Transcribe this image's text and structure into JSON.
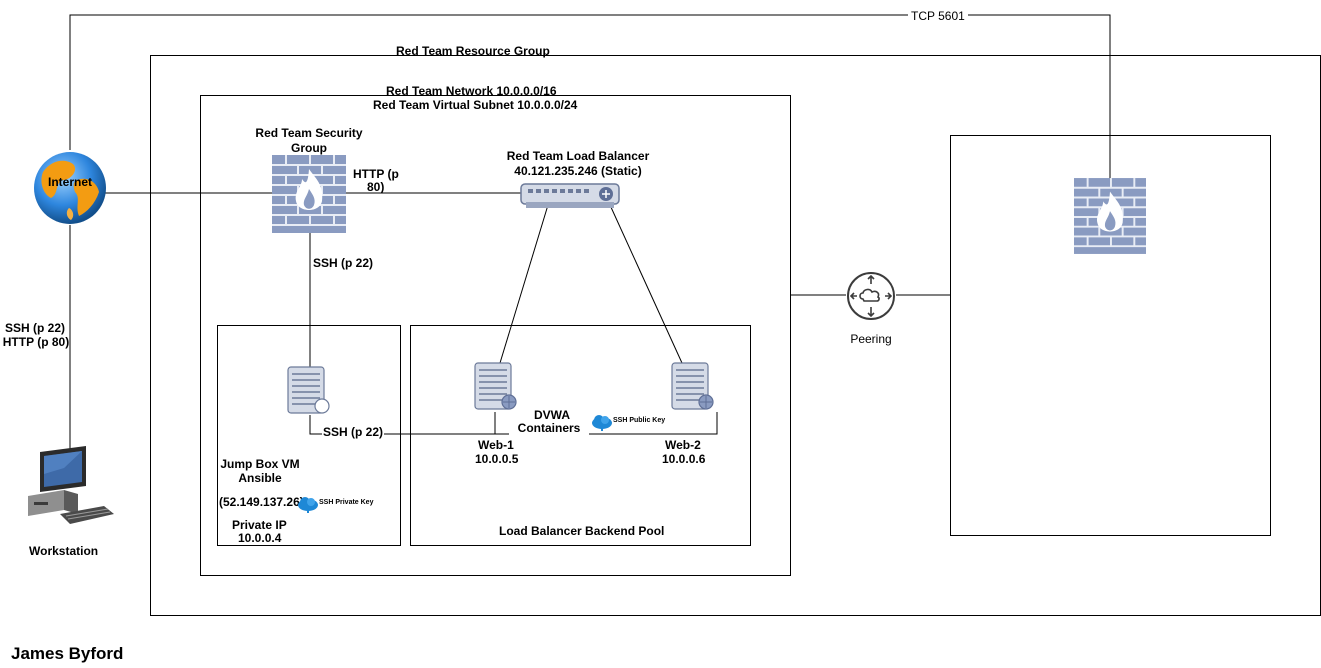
{
  "top_link": {
    "label": "TCP 5601"
  },
  "resource_group": {
    "label": "Red Team Resource Group"
  },
  "network": {
    "label": "Red Team Network 10.0.0.0/16",
    "subnet_label": "Red Team Virtual Subnet 10.0.0.0/24"
  },
  "internet": {
    "label": "Internet",
    "link_label_ssh": "SSH (p 22)",
    "link_label_http": "HTTP (p 80)"
  },
  "security_group": {
    "label_line1": "Red Team Security",
    "label_line2": "Group",
    "http_line1": "HTTP (p",
    "http_line2": "80)",
    "ssh_label": "SSH (p 22)"
  },
  "load_balancer": {
    "label_line1": "Red Team Load Balancer",
    "label_line2": "40.121.235.246 (Static)"
  },
  "jump_box": {
    "ssh_label": "SSH (p 22)",
    "title_line1": "Jump Box VM",
    "title_line2": "Ansible",
    "public_ip": "(52.149.137.26)",
    "key_label": "SSH Private Key",
    "private_ip_label": "Private IP",
    "private_ip": "10.0.0.4"
  },
  "backend_pool": {
    "label": "Load Balancer Backend Pool",
    "containers_line1": "DVWA",
    "containers_line2": "Containers",
    "key_label": "SSH Public Key"
  },
  "web1": {
    "name": "Web-1",
    "ip": "10.0.0.5"
  },
  "web2": {
    "name": "Web-2",
    "ip": "10.0.0.6"
  },
  "peering": {
    "label": "Peering"
  },
  "workstation": {
    "label": "Workstation"
  },
  "author": {
    "name": "James Byford"
  },
  "colors": {
    "line": "#000000",
    "firewall_blue": "#8a9bc1",
    "firewall_dark": "#5f6f96",
    "cloud_blue": "#1e88d6",
    "globe_orange": "#f39c12",
    "globe_blue": "#2e86de"
  }
}
